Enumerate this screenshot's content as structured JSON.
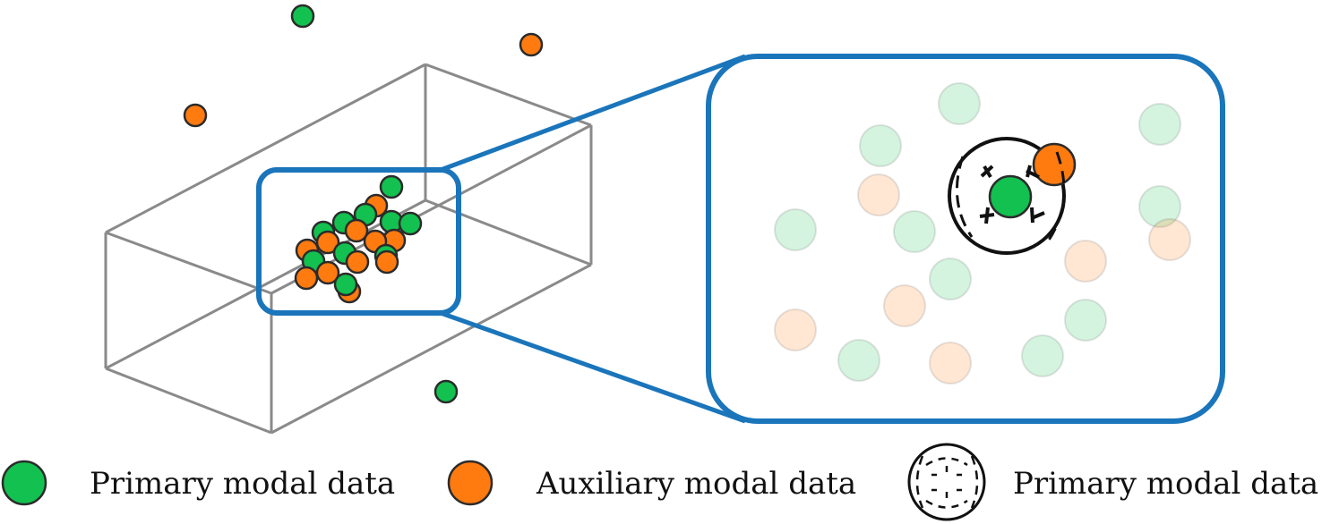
{
  "colors": {
    "primary": "#12c14f",
    "auxiliary": "#ff7a0f",
    "frame_blue": "#1a75bb",
    "box_gray": "#8a8a8a",
    "outline": "#2b2b2b"
  },
  "icons": {
    "primary": "green-circle-icon",
    "auxiliary": "orange-circle-icon",
    "sphere": "dashed-sphere-icon"
  },
  "legend": {
    "items": [
      {
        "label": "Primary modal data",
        "icon": "green-circle-icon"
      },
      {
        "label": "Auxiliary modal data",
        "icon": "orange-circle-icon"
      },
      {
        "label": "Primary modal data",
        "icon": "dashed-sphere-icon"
      }
    ]
  }
}
